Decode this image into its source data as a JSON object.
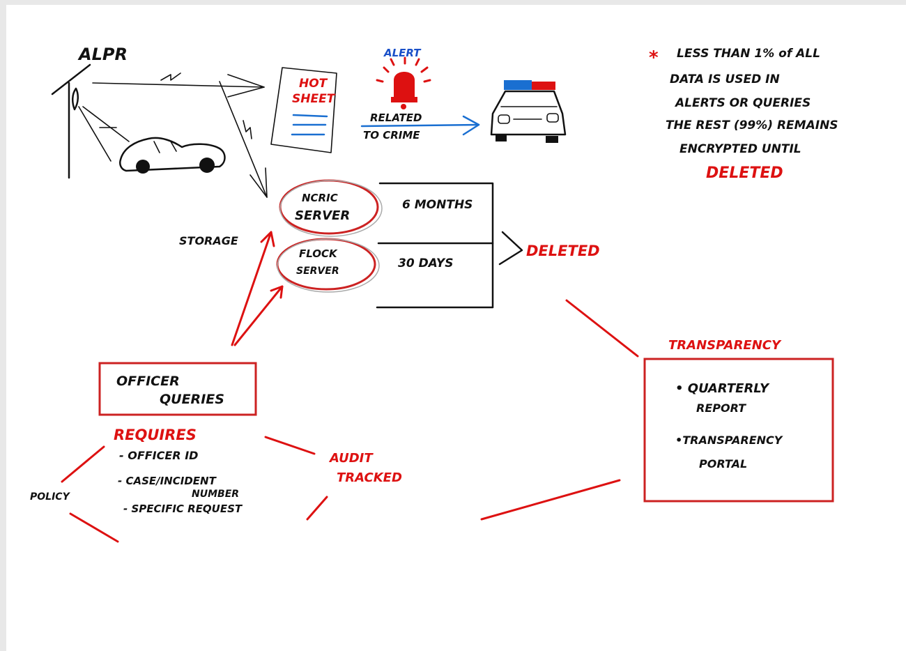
{
  "source": {
    "label": "ALPR"
  },
  "hot_sheet": {
    "line1": "HOT",
    "line2": "SHEET"
  },
  "alert": {
    "label": "ALERT"
  },
  "crime_link": {
    "line1": "RELATED",
    "line2": "TO CRIME"
  },
  "note": {
    "star": "*",
    "line1": "LESS THAN 1% of ALL",
    "line2": "DATA IS USED IN",
    "line3": "ALERTS OR QUERIES",
    "line4": "THE REST (99%) REMAINS",
    "line5": "ENCRYPTED UNTIL",
    "line6": "DELETED"
  },
  "storage": {
    "label": "STORAGE",
    "ncric_line1": "NCRIC",
    "ncric_line2": "SERVER",
    "flock_line1": "FLOCK",
    "flock_line2": "SERVER",
    "ncric_retention": "6 MONTHS",
    "flock_retention": "30 DAYS",
    "outcome": "DELETED"
  },
  "queries": {
    "line1": "OFFICER",
    "line2": "QUERIES"
  },
  "requirements": {
    "title": "REQUIRES",
    "item1": "- OFFICER ID",
    "item2a": "- CASE/INCIDENT",
    "item2b": "NUMBER",
    "item3": "- SPECIFIC REQUEST"
  },
  "audit": {
    "line1": "AUDIT",
    "line2": "TRACKED"
  },
  "policy": {
    "label": "POLICY"
  },
  "transparency": {
    "title": "TRANSPARENCY",
    "item1a": "• QUARTERLY",
    "item1b": "REPORT",
    "item2a": "•TRANSPARENCY",
    "item2b": "PORTAL"
  },
  "colors": {
    "ink": "#111111",
    "red": "#dd1111",
    "blue": "#1a50c8"
  }
}
